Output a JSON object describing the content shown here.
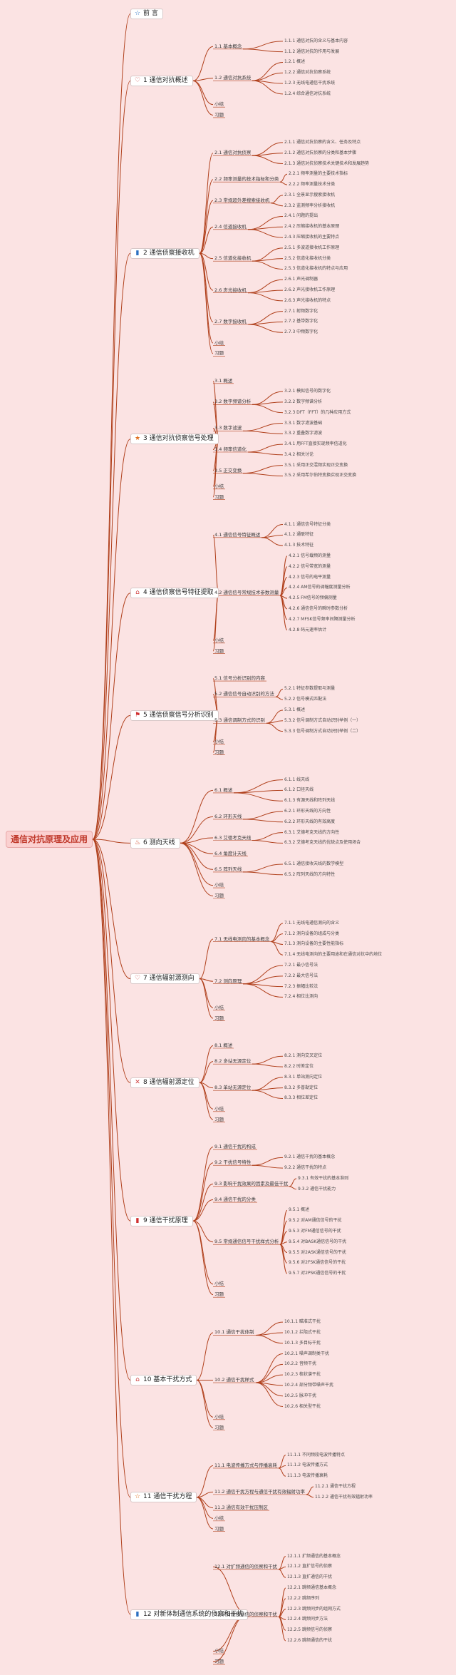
{
  "root": "通信对抗原理及应用",
  "chapters": [
    {
      "label": "前 言",
      "icon": "star-outline-icon",
      "glyph": "☆",
      "color": "#2a6fc1",
      "children": []
    },
    {
      "label": "1 通信对抗概述",
      "icon": "heart-icon",
      "glyph": "♡",
      "color": "#d04040",
      "children": [
        {
          "label": "1.1 基本概念",
          "children": [
            {
              "label": "1.1.1 通信对抗的含义与基本内容"
            },
            {
              "label": "1.1.2 通信对抗的作用与发展"
            }
          ]
        },
        {
          "label": "1.2 通信对抗系统",
          "children": [
            {
              "label": "1.2.1 概述"
            },
            {
              "label": "1.2.2 通信对抗侦察系统"
            },
            {
              "label": "1.2.3 无线电通信干扰系统"
            },
            {
              "label": "1.2.4 综合通信对抗系统"
            }
          ]
        },
        {
          "label": "小结"
        },
        {
          "label": "习题"
        }
      ]
    },
    {
      "label": "2 通信侦察接收机",
      "icon": "flag-icon",
      "glyph": "▮",
      "color": "#2a6fc1",
      "children": [
        {
          "label": "2.1 通信对抗侦察",
          "children": [
            {
              "label": "2.1.1 通信对抗侦察的含义、任务及特点"
            },
            {
              "label": "2.1.2 通信对抗侦察的分类和基本步骤"
            },
            {
              "label": "2.1.3 通信对抗侦察技术关键技术和发展趋势"
            }
          ]
        },
        {
          "label": "2.2 频率测量的技术指标和分类",
          "children": [
            {
              "label": "2.2.1 频率测量的主要技术指标"
            },
            {
              "label": "2.2.2 频率测量技术分类"
            }
          ]
        },
        {
          "label": "2.3 常规超外差搜索接收机",
          "children": [
            {
              "label": "2.3.1 全景显示搜索接收机"
            },
            {
              "label": "2.3.2 监测频率分析接收机"
            }
          ]
        },
        {
          "label": "2.4 信道接收机",
          "children": [
            {
              "label": "2.4.1 问题的提出"
            },
            {
              "label": "2.4.2 压缩接收机的基本原理"
            },
            {
              "label": "2.4.3 压缩接收机的主要特点"
            }
          ]
        },
        {
          "label": "2.5 信道化接收机",
          "children": [
            {
              "label": "2.5.1 多波道接收机工作原理"
            },
            {
              "label": "2.5.2 信道化接收机分类"
            },
            {
              "label": "2.5.3 信道化接收机的特点与应用"
            }
          ]
        },
        {
          "label": "2.6 声光接收机",
          "children": [
            {
              "label": "2.6.1 声光调制器"
            },
            {
              "label": "2.6.2 声光接收机工作原理"
            },
            {
              "label": "2.6.3 声光接收机的特点"
            }
          ]
        },
        {
          "label": "2.7 数字接收机",
          "children": [
            {
              "label": "2.7.1 射频数字化"
            },
            {
              "label": "2.7.2 基带数字化"
            },
            {
              "label": "2.7.3 中频数字化"
            }
          ]
        },
        {
          "label": "小结"
        },
        {
          "label": "习题"
        }
      ]
    },
    {
      "label": "3 通信对抗侦察信号处理",
      "icon": "star-icon",
      "glyph": "★",
      "color": "#e07020",
      "children": [
        {
          "label": "3.1 概述"
        },
        {
          "label": "3.2 数字频谱分析",
          "children": [
            {
              "label": "3.2.1 模拟信号的数字化"
            },
            {
              "label": "3.2.2 数字频谱分析"
            },
            {
              "label": "3.2.3 DFT（FFT）的几种应用方式"
            }
          ]
        },
        {
          "label": "3.3 数字滤波",
          "children": [
            {
              "label": "3.3.1 数字滤波基础"
            },
            {
              "label": "3.3.2 重叠数字滤波"
            }
          ]
        },
        {
          "label": "3.4 频率信道化",
          "children": [
            {
              "label": "3.4.1 用FFT直接实现频率信道化"
            },
            {
              "label": "3.4.2 相关讨论"
            }
          ]
        },
        {
          "label": "3.5 正交变换",
          "children": [
            {
              "label": "3.5.1 采用正交混频实现正交变换"
            },
            {
              "label": "3.5.2 采用希尔伯特变换实现正交变换"
            }
          ]
        },
        {
          "label": "小结"
        },
        {
          "label": "习题"
        }
      ]
    },
    {
      "label": "4 通信侦察信号特征提取",
      "icon": "home-icon",
      "glyph": "⌂",
      "color": "#d04040",
      "children": [
        {
          "label": "4.1 通信信号特征概述",
          "children": [
            {
              "label": "4.1.1 通信信号特征分类"
            },
            {
              "label": "4.1.2 通联特征"
            },
            {
              "label": "4.1.3 技术特征"
            }
          ]
        },
        {
          "label": "4.2 通信信号常规技术参数测量",
          "children": [
            {
              "label": "4.2.1 信号载频的测量"
            },
            {
              "label": "4.2.2 信号带宽的测量"
            },
            {
              "label": "4.2.3 信号的电平测量"
            },
            {
              "label": "4.2.4 AM信号的调幅度测量分析"
            },
            {
              "label": "4.2.5 FM信号的频偏测量"
            },
            {
              "label": "4.2.6 通信信号的瞬时参数分析"
            },
            {
              "label": "4.2.7 MFSK信号频率间隔测量分析"
            },
            {
              "label": "4.2.8 码元速率估计"
            }
          ]
        },
        {
          "label": "小结"
        },
        {
          "label": "习题"
        }
      ]
    },
    {
      "label": "5 通信侦察信号分析识别",
      "icon": "flag-icon",
      "glyph": "⚑",
      "color": "#d03030",
      "children": [
        {
          "label": "5.1 信号分析识别的内容"
        },
        {
          "label": "5.2 通信信号自动识别的方法",
          "children": [
            {
              "label": "5.2.1 特征参数提取与测量"
            },
            {
              "label": "5.2.2 信号模式匹配法"
            }
          ]
        },
        {
          "label": "5.3 通信调制方式的识别",
          "children": [
            {
              "label": "5.3.1 概述"
            },
            {
              "label": "5.3.2 信号调制方式自动识别举例（一）"
            },
            {
              "label": "5.3.3 信号调制方式自动识别举例（二）"
            }
          ]
        },
        {
          "label": "小结"
        },
        {
          "label": "习题"
        }
      ]
    },
    {
      "label": "6 测向天线",
      "icon": "flame-icon",
      "glyph": "♨",
      "color": "#d04020",
      "children": [
        {
          "label": "6.1 概述",
          "children": [
            {
              "label": "6.1.1 线天线"
            },
            {
              "label": "6.1.2 口径天线"
            },
            {
              "label": "6.1.3 有源天线和阵列天线"
            }
          ]
        },
        {
          "label": "6.2 环形天线",
          "children": [
            {
              "label": "6.2.1 环形天线的方向性"
            },
            {
              "label": "6.2.2 环形天线的有效高度"
            }
          ]
        },
        {
          "label": "6.3 艾德考克天线",
          "children": [
            {
              "label": "6.3.1 艾德考克天线的方向性"
            },
            {
              "label": "6.3.2 艾德考克天线的优缺点及使用场合"
            }
          ]
        },
        {
          "label": "6.4 角度计天线"
        },
        {
          "label": "6.5 阵列天线",
          "children": [
            {
              "label": "6.5.1 通信接收天线的数学模型"
            },
            {
              "label": "6.5.2 阵列天线的方向特性"
            }
          ]
        },
        {
          "label": "小结"
        },
        {
          "label": "习题"
        }
      ]
    },
    {
      "label": "7 通信辐射源测向",
      "icon": "heart-icon",
      "glyph": "♡",
      "color": "#d04040",
      "children": [
        {
          "label": "7.1 无线电测向的基本概念",
          "children": [
            {
              "label": "7.1.1 无线电通信测向的含义"
            },
            {
              "label": "7.1.2 测向设备的组成与分类"
            },
            {
              "label": "7.1.3 测向设备的主要性能指标"
            },
            {
              "label": "7.1.4 无线电测向的主要用途和在通信对抗中的地位"
            }
          ]
        },
        {
          "label": "7.2 测向原理",
          "children": [
            {
              "label": "7.2.1 最小信号法"
            },
            {
              "label": "7.2.2 最大信号法"
            },
            {
              "label": "7.2.3 振幅比较法"
            },
            {
              "label": "7.2.4 相位比测向"
            }
          ]
        },
        {
          "label": "小结"
        },
        {
          "label": "习题"
        }
      ]
    },
    {
      "label": "8 通信辐射源定位",
      "icon": "tools-icon",
      "glyph": "✕",
      "color": "#d04040",
      "children": [
        {
          "label": "8.1 概述"
        },
        {
          "label": "8.2 多站无源定位",
          "children": [
            {
              "label": "8.2.1 测向交叉定位"
            },
            {
              "label": "8.2.2 时差定位"
            }
          ]
        },
        {
          "label": "8.3 单站无源定位",
          "children": [
            {
              "label": "8.3.1 单站测向定位"
            },
            {
              "label": "8.3.2 多普勒定位"
            },
            {
              "label": "8.3.3 相位差定位"
            }
          ]
        },
        {
          "label": "小结"
        },
        {
          "label": "习题"
        }
      ]
    },
    {
      "label": "9 通信干扰原理",
      "icon": "flag-icon",
      "glyph": "▮",
      "color": "#d03030",
      "children": [
        {
          "label": "9.1 通信干扰的构成"
        },
        {
          "label": "9.2 干扰信号特性",
          "children": [
            {
              "label": "9.2.1 通信干扰的基本概念"
            },
            {
              "label": "9.2.2 通信干扰的特点"
            }
          ]
        },
        {
          "label": "9.3 影响干扰效果的因素及最佳干扰",
          "children": [
            {
              "label": "9.3.1 有效干扰的基本准则"
            },
            {
              "label": "9.3.2 通信干扰能力"
            }
          ]
        },
        {
          "label": "9.4 通信干扰的分类"
        },
        {
          "label": "9.5 常规通信信号干扰样式分析",
          "children": [
            {
              "label": "9.5.1 概述"
            },
            {
              "label": "9.5.2 对AM通信信号的干扰"
            },
            {
              "label": "9.5.3 对FM通信信号的干扰"
            },
            {
              "label": "9.5.4 对BASK通信信号的干扰"
            },
            {
              "label": "9.5.5 对2ASK通信信号的干扰"
            },
            {
              "label": "9.5.6 对2FSK通信信号的干扰"
            },
            {
              "label": "9.5.7 对2PSK通信信号的干扰"
            }
          ]
        },
        {
          "label": "小结"
        },
        {
          "label": "习题"
        }
      ]
    },
    {
      "label": "10 基本干扰方式",
      "icon": "home-icon",
      "glyph": "⌂",
      "color": "#d04040",
      "children": [
        {
          "label": "10.1 通信干扰体制",
          "children": [
            {
              "label": "10.1.1 瞄准式干扰"
            },
            {
              "label": "10.1.2 拦阻式干扰"
            },
            {
              "label": "10.1.3 多目标干扰"
            }
          ]
        },
        {
          "label": "10.2 通信干扰样式",
          "children": [
            {
              "label": "10.2.1 噪声调制类干扰"
            },
            {
              "label": "10.2.2 音频干扰"
            },
            {
              "label": "10.2.3 梳状谱干扰"
            },
            {
              "label": "10.2.4 部分频带噪声干扰"
            },
            {
              "label": "10.2.5 脉冲干扰"
            },
            {
              "label": "10.2.6 相关型干扰"
            }
          ]
        },
        {
          "label": "小结"
        },
        {
          "label": "习题"
        }
      ]
    },
    {
      "label": "11 通信干扰方程",
      "icon": "star-outline-icon",
      "glyph": "☆",
      "color": "#e07020",
      "children": [
        {
          "label": "11.1 电波传播方式与传播衰耗",
          "children": [
            {
              "label": "11.1.1 不同频段电波传播特点"
            },
            {
              "label": "11.1.2 电波传播方式"
            },
            {
              "label": "11.1.3 电波传播衰耗"
            }
          ]
        },
        {
          "label": "11.2 通信干扰方程与通信干扰有效辐射功率",
          "children": [
            {
              "label": "11.2.1 通信干扰方程"
            },
            {
              "label": "11.2.2 通信干扰有效辐射功率"
            }
          ]
        },
        {
          "label": "11.3 通信有效干扰压制区"
        },
        {
          "label": "小结"
        },
        {
          "label": "习题"
        }
      ]
    },
    {
      "label": "12 对新体制通信系统的侦察和干扰",
      "icon": "flag-icon",
      "glyph": "▮",
      "color": "#2a6fc1",
      "children": [
        {
          "label": "12.1 对扩频通信的侦察和干扰",
          "children": [
            {
              "label": "12.1.1 扩频通信的基本概念"
            },
            {
              "label": "12.1.2 直扩信号的侦察"
            },
            {
              "label": "12.1.3 直扩通信的干扰"
            }
          ]
        },
        {
          "label": "12.2 对跳频通信的侦察和干扰",
          "children": [
            {
              "label": "12.2.1 跳频通信基本概念"
            },
            {
              "label": "12.2.2 跳频序列"
            },
            {
              "label": "12.2.3 跳频同步的组网方式"
            },
            {
              "label": "12.2.4 跳频同步方法"
            },
            {
              "label": "12.2.5 跳频信号的侦察"
            },
            {
              "label": "12.2.6 跳频通信的干扰"
            }
          ]
        },
        {
          "label": "小结"
        },
        {
          "label": "习题"
        }
      ]
    }
  ],
  "colors": {
    "line": "#b0401c",
    "background": "#fbe3e3"
  }
}
